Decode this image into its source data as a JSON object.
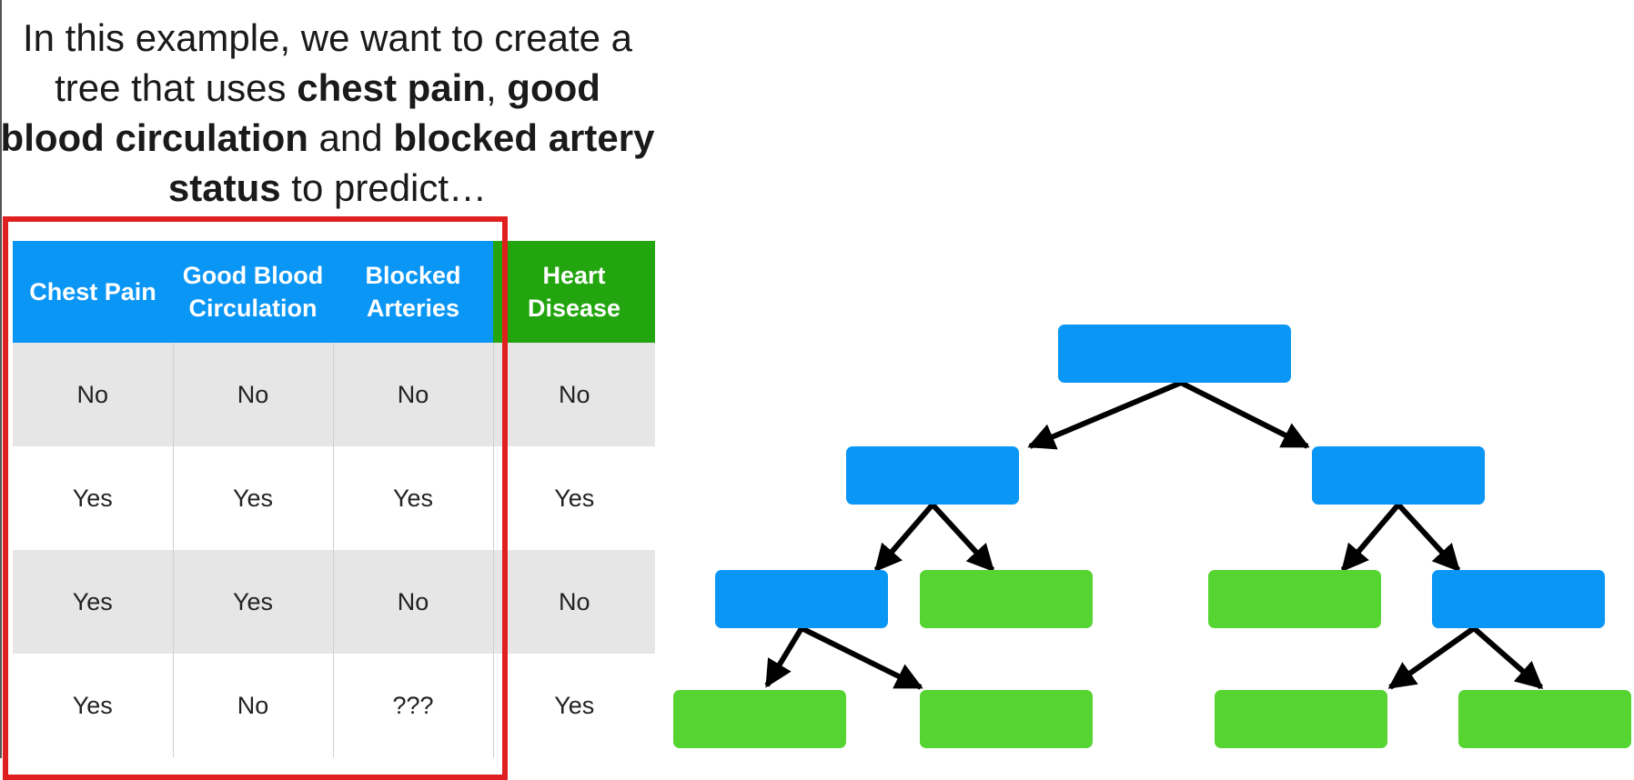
{
  "intro": {
    "t1": "In this example, we want to create a tree that uses ",
    "b1": "chest pain",
    "t2": ", ",
    "b2": "good blood circulation",
    "t3": " and ",
    "b3": "blocked artery status",
    "t4": " to predict…"
  },
  "table": {
    "headers": {
      "chest_pain": "Chest Pain",
      "good_blood_circulation": "Good Blood Circulation",
      "blocked_arteries": "Blocked Arteries",
      "heart_disease": "Heart Disease"
    },
    "rows": [
      [
        "No",
        "No",
        "No",
        "No"
      ],
      [
        "Yes",
        "Yes",
        "Yes",
        "Yes"
      ],
      [
        "Yes",
        "Yes",
        "No",
        "No"
      ],
      [
        "Yes",
        "No",
        "???",
        "Yes"
      ]
    ]
  },
  "colors": {
    "predictor_header": "#0a96f5",
    "target_header": "#22a50e",
    "decision_node": "#0a96f5",
    "leaf_node": "#55d432",
    "highlight": "#e02020",
    "arrow": "#000000"
  }
}
